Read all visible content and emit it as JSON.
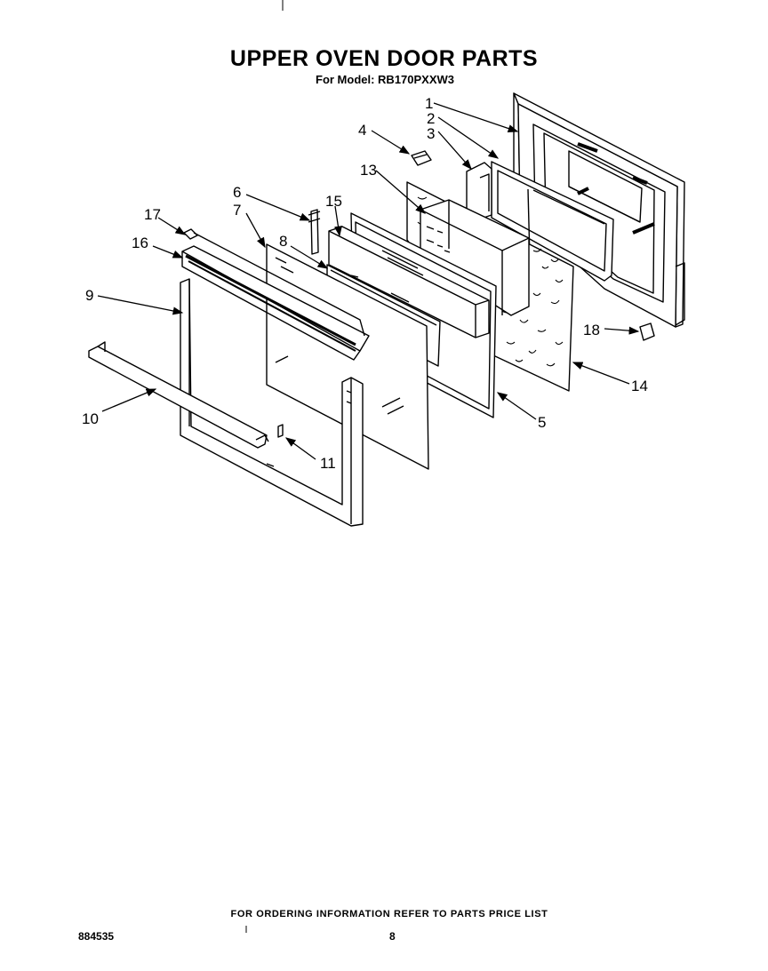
{
  "header": {
    "title": "UPPER OVEN DOOR PARTS",
    "model_line": "For Model: RB170PXXW3"
  },
  "footer": {
    "ordering_note": "FOR ORDERING INFORMATION REFER TO PARTS PRICE LIST",
    "document_number": "884535",
    "page_number": "8"
  },
  "callouts": [
    "1",
    "2",
    "3",
    "4",
    "5",
    "6",
    "7",
    "8",
    "9",
    "10",
    "11",
    "13",
    "14",
    "15",
    "16",
    "17",
    "18"
  ]
}
